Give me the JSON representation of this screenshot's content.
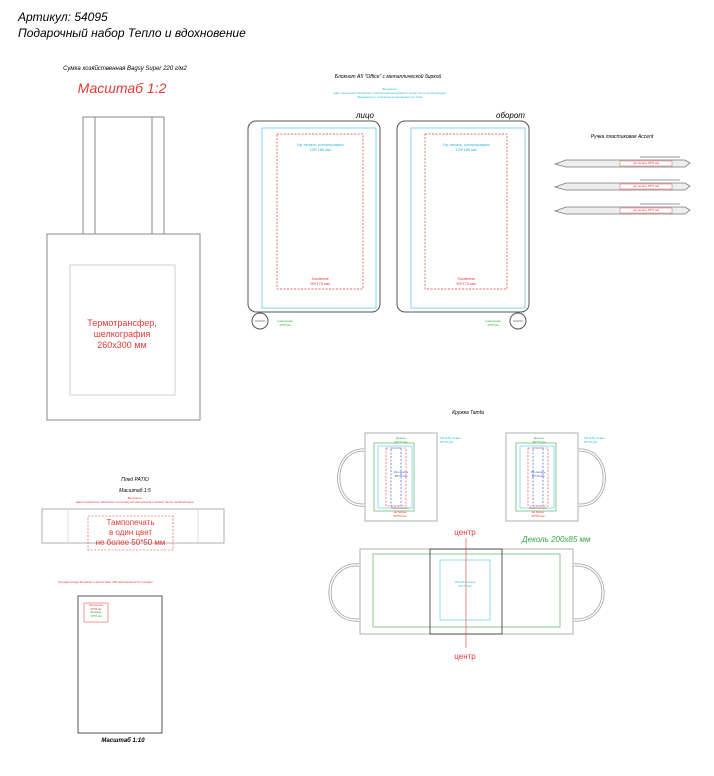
{
  "header": {
    "article": "Артикул:  54095",
    "title": "Подарочный набор Тепло и вдохновение"
  },
  "bag": {
    "caption": "Сумка хозяйственная Bagsy Super 220 г/м2",
    "scale": "Масштаб 1:2",
    "method_line1": "Термотрансфер,",
    "method_line2": "шелкография",
    "method_size": "260х300 мм"
  },
  "notebook": {
    "caption": "Блокнот А5 \"Office\" с металлической биркой",
    "note1": "Внимание:",
    "note2": "Цвет нанесения обозначен стилизацией материала и может быть необходимым.",
    "note3": "Возможность отпечатка на материале нп 3 мм",
    "front_label": "лицо",
    "back_label": "оборот",
    "uv_print": "Уф-печать, шелкография",
    "uv_size": "125*180 мм",
    "emboss": "Тиснение",
    "emboss_size": "90*173 мм",
    "tag_label": "гравировка",
    "tag_size": "10*8 мм"
  },
  "pen": {
    "caption": "Ручка пластиковая Accent",
    "imprint": "уф-печать 50*5 мм"
  },
  "mug": {
    "caption": "Кружка Tamfa",
    "decal": "Деколь",
    "decal_size": "80*73 мм",
    "uv_dtf": "УФ-DTF печать",
    "uv_dtf_size": "50*70 мм",
    "uv_print": "Уф-печать",
    "uv_print_size": "25*70 мм",
    "pad_print": "Тампопечать",
    "pad_print_note": "не более",
    "pad_print_size": "50*50 мм",
    "center": "центр",
    "decal_big": "Деколь 200х85 мм",
    "center_uv": "УФ-DTF печать",
    "center_uv_size": "50*70 мм"
  },
  "plaid": {
    "caption": "Плед PATIO",
    "scale": "Масштаб 1:5",
    "note1": "Внимание:",
    "note2": "Цвет нанесения обозначен стилизацией материала и может быть необходимым.",
    "method_line1": "Тампопечать",
    "method_line2": "в один цвет",
    "method_line3": "не более 50*50 мм",
    "small_note": "Складка пледа 40 мм/ие 1 мм на 4мм: 300 мм/ширина 270 стандарт",
    "small_label1": "Тампопечать",
    "small_label2": "50*50 мм",
    "small_label3": "Вышивка",
    "small_label4": "50*50 мм",
    "scale_bottom": "Масштаб 1:10"
  }
}
